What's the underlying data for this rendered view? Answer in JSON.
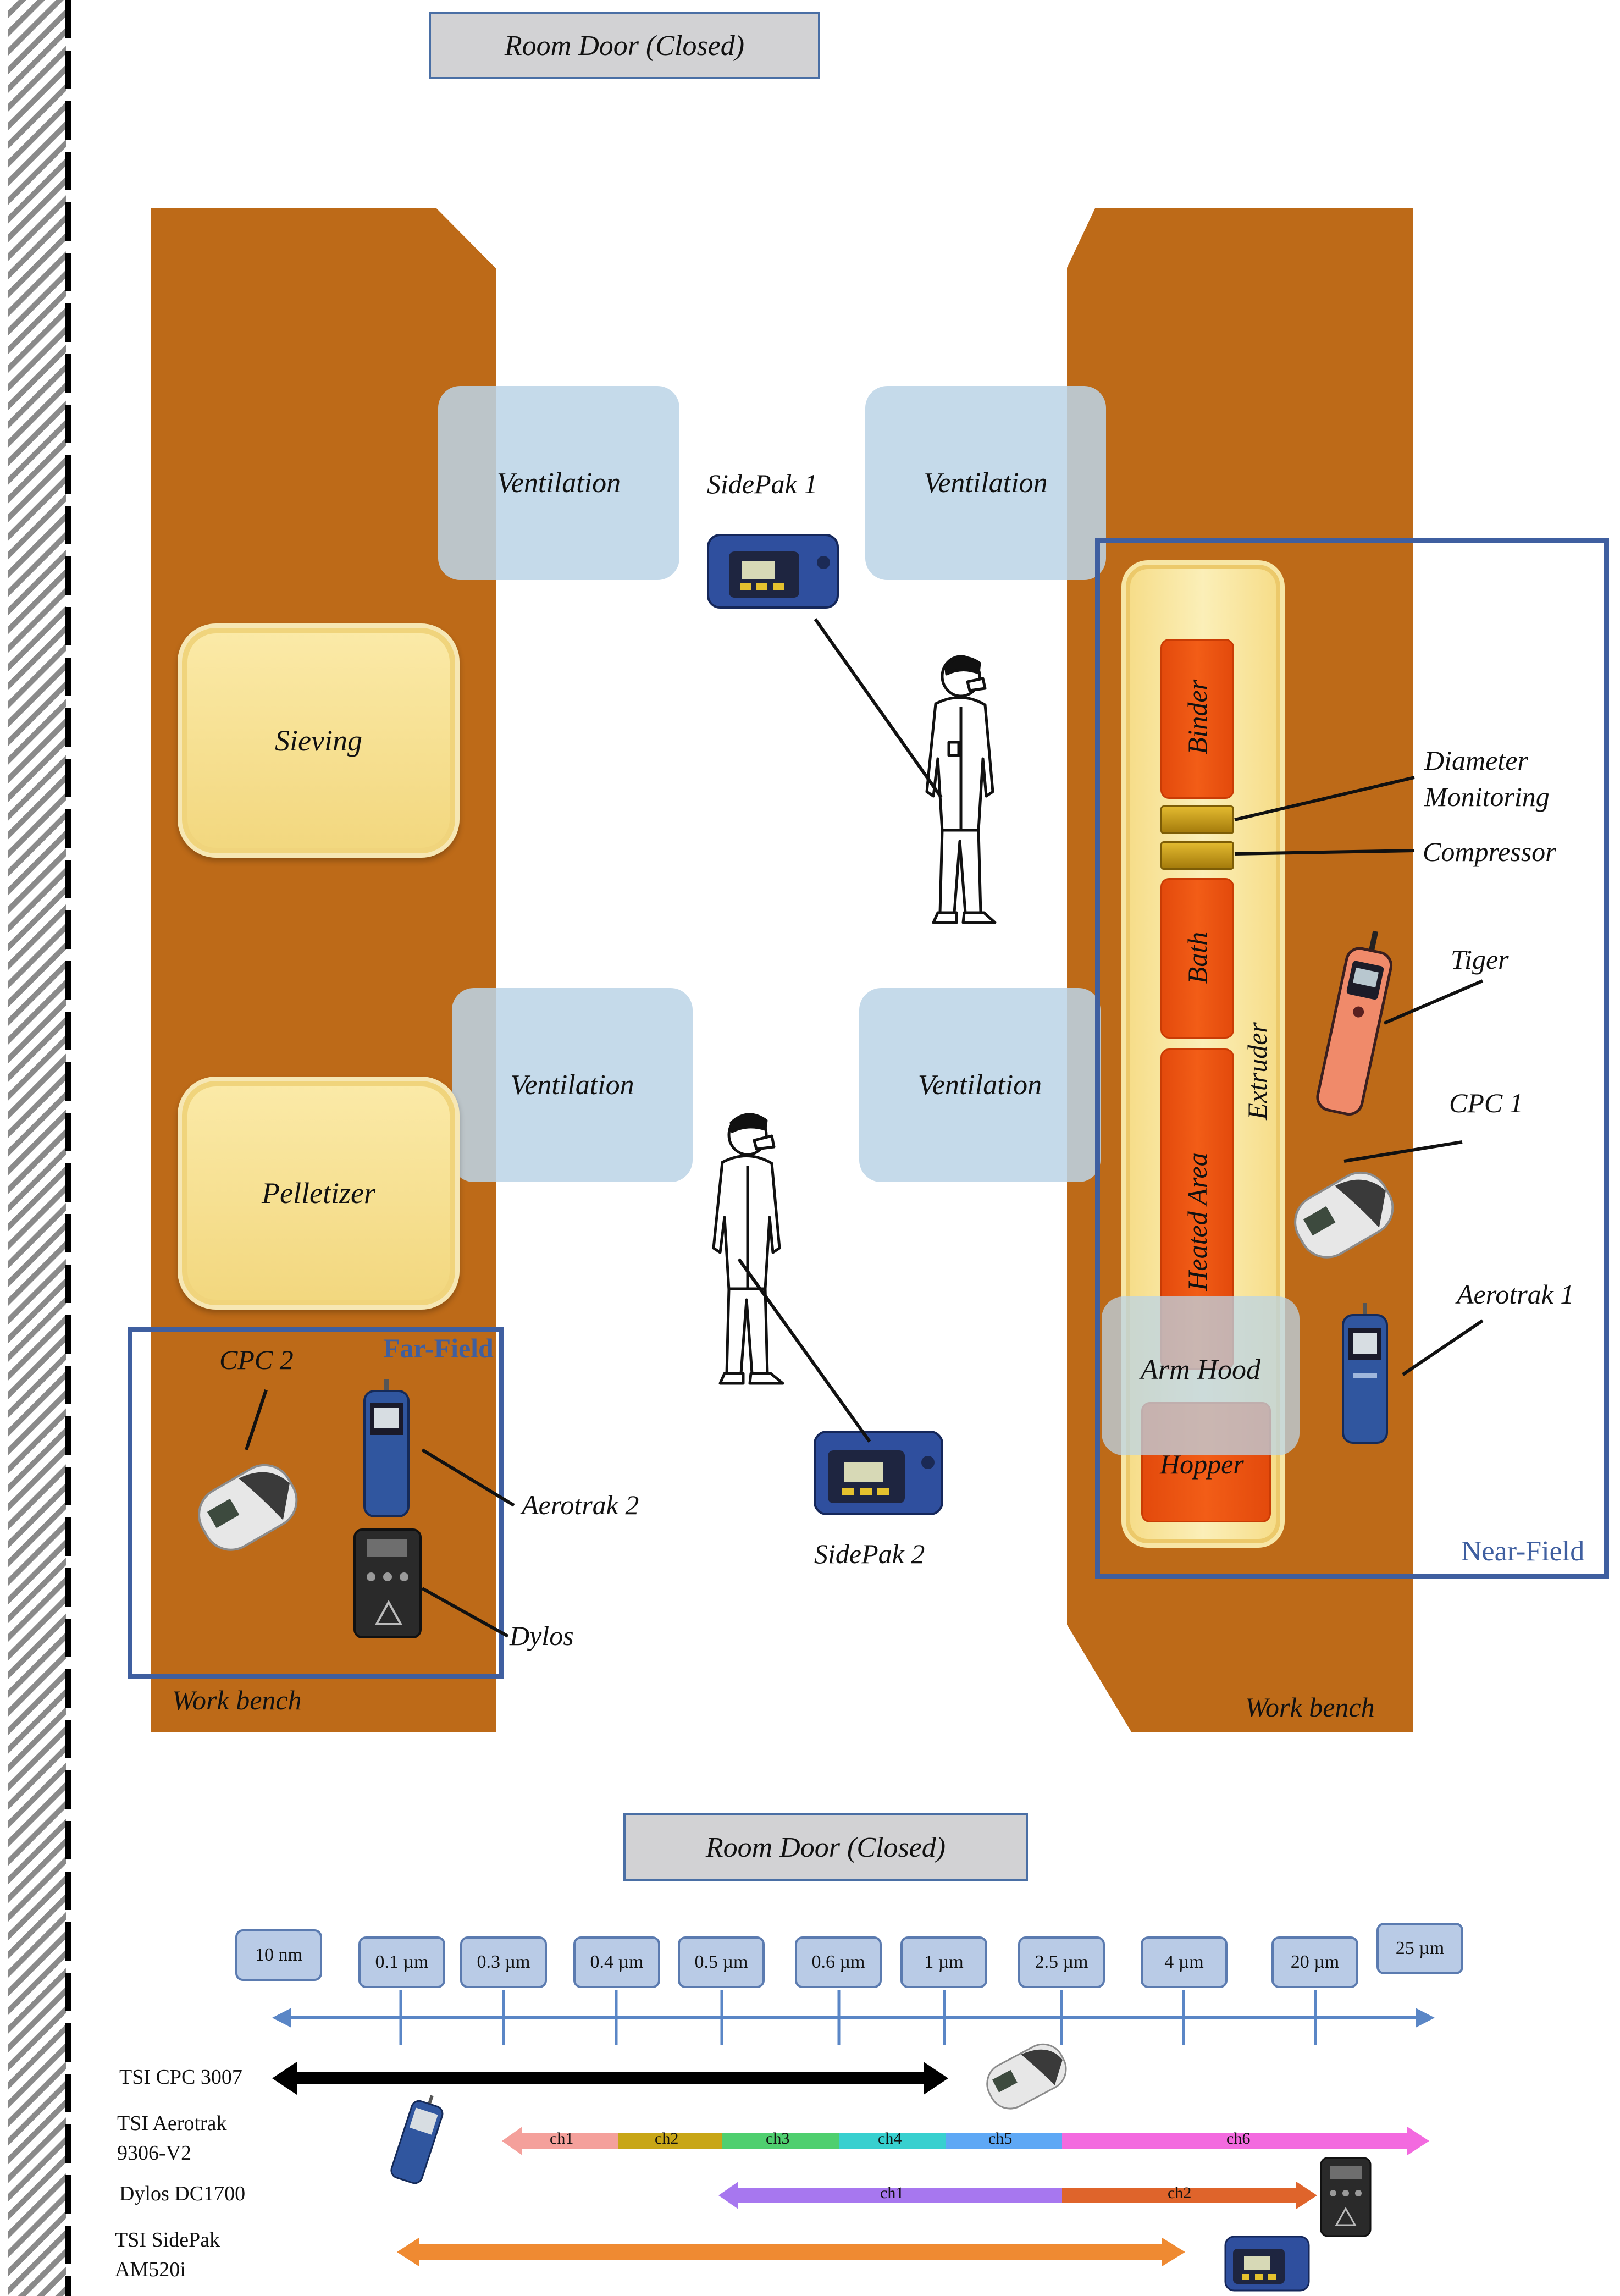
{
  "top_door": "Room Door (Closed)",
  "bottom_door": "Room Door (Closed)",
  "vent_tl": "Ventilation",
  "vent_tr": "Ventilation",
  "vent_bl": "Ventilation",
  "vent_br": "Ventilation",
  "sidepak1": "SidePak 1",
  "sidepak2": "SidePak 2",
  "sieving": "Sieving",
  "pelletizer": "Pelletizer",
  "far_field": "Far-Field",
  "near_field": "Near-Field",
  "cpc2": "CPC 2",
  "aerotrak2": "Aerotrak 2",
  "dylos": "Dylos",
  "work_bench_left": "Work bench",
  "work_bench_right": "Work bench",
  "binder": "Binder",
  "bath": "Bath",
  "heated_area": "Heated Area",
  "hopper": "Hopper",
  "arm_hood": "Arm Hood",
  "extruder": "Extruder",
  "diameter_monitoring_1": "Diameter",
  "diameter_monitoring_2": "Monitoring",
  "compressor": "Compressor",
  "tiger": "Tiger",
  "cpc1": "CPC 1",
  "aerotrak1": "Aerotrak 1",
  "scale": {
    "ticks": [
      "10 nm",
      "0.1 µm",
      "0.3 µm",
      "0.4 µm",
      "0.5 µm",
      "0.6 µm",
      "1 µm",
      "2.5 µm",
      "4 µm",
      "20 µm",
      "25 µm"
    ]
  },
  "instruments": {
    "cpc": "TSI CPC 3007",
    "aerotrak_1": "TSI Aerotrak",
    "aerotrak_2": "9306-V2",
    "dylos": "Dylos DC1700",
    "sidepak_1": "TSI SidePak",
    "sidepak_2": "AM520i"
  },
  "channels": {
    "aerotrak": [
      "ch1",
      "ch2",
      "ch3",
      "ch4",
      "ch5",
      "ch6"
    ],
    "dylos": [
      "ch1",
      "ch2"
    ]
  },
  "colors": {
    "bench": "#bd6a18",
    "vent": "#bcd4e6",
    "station": "#f8e09a",
    "segment": "#ef5512",
    "zone_border": "#3f5fa0",
    "scale_arrow": "#5a86c6",
    "cpc_bar": "#000000",
    "sidepak_bar": "#ef8a32",
    "aerotrak_ch1": "#f4a09b",
    "aerotrak_ch2": "#c8a617",
    "aerotrak_ch3": "#4fcf6f",
    "aerotrak_ch4": "#38d0cf",
    "aerotrak_ch5": "#5ea8f5",
    "aerotrak_ch6": "#f36adf",
    "dylos_ch1": "#a777ef",
    "dylos_ch2": "#df642b"
  }
}
